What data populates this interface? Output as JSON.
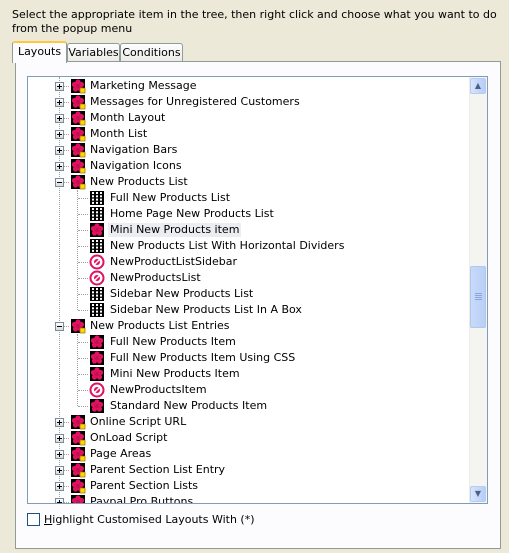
{
  "instructions": "Select the appropriate item in the tree,  then right click and choose what you want to do from the popup menu",
  "tabs": [
    {
      "label": "Layouts",
      "active": true
    },
    {
      "label": "Variables",
      "active": false
    },
    {
      "label": "Conditions",
      "active": false
    }
  ],
  "tree": {
    "items": [
      {
        "label": "Marketing Message",
        "level": 0,
        "expander": "plus",
        "icon": "flower-layout-icon"
      },
      {
        "label": "Messages for Unregistered Customers",
        "level": 0,
        "expander": "plus",
        "icon": "flower-layout-icon"
      },
      {
        "label": "Month Layout",
        "level": 0,
        "expander": "plus",
        "icon": "flower-layout-icon"
      },
      {
        "label": "Month List",
        "level": 0,
        "expander": "plus",
        "icon": "flower-layout-icon"
      },
      {
        "label": "Navigation Bars",
        "level": 0,
        "expander": "plus",
        "icon": "flower-layout-icon"
      },
      {
        "label": "Navigation Icons",
        "level": 0,
        "expander": "plus",
        "icon": "flower-layout-icon"
      },
      {
        "label": "New Products List",
        "level": 0,
        "expander": "minus",
        "icon": "flower-layout-icon"
      },
      {
        "label": "Full New Products List",
        "level": 1,
        "icon": "grid-list-icon"
      },
      {
        "label": "Home Page New Products List",
        "level": 1,
        "icon": "grid-list-icon"
      },
      {
        "label": "Mini New Products item",
        "level": 1,
        "icon": "flower-item-icon",
        "selected": true
      },
      {
        "label": "New Products List With Horizontal Dividers",
        "level": 1,
        "icon": "grid-list-icon"
      },
      {
        "label": "NewProductListSidebar",
        "level": 1,
        "icon": "circle-layout-icon"
      },
      {
        "label": "NewProductsList",
        "level": 1,
        "icon": "circle-layout-icon"
      },
      {
        "label": "Sidebar New Products List",
        "level": 1,
        "icon": "grid-list-icon"
      },
      {
        "label": "Sidebar New Products List In A Box",
        "level": 1,
        "icon": "grid-list-icon"
      },
      {
        "label": "New Products List Entries",
        "level": 0,
        "expander": "minus",
        "icon": "flower-layout-icon"
      },
      {
        "label": "Full New Products Item",
        "level": 1,
        "icon": "flower-item-icon"
      },
      {
        "label": "Full New Products Item Using CSS",
        "level": 1,
        "icon": "flower-item-icon"
      },
      {
        "label": "Mini New Products Item",
        "level": 1,
        "icon": "flower-item-icon"
      },
      {
        "label": "NewProductsItem",
        "level": 1,
        "icon": "circle-layout-icon"
      },
      {
        "label": "Standard New Products Item",
        "level": 1,
        "icon": "flower-item-icon"
      },
      {
        "label": "Online Script URL",
        "level": 0,
        "expander": "plus",
        "icon": "flower-layout-icon"
      },
      {
        "label": "OnLoad Script",
        "level": 0,
        "expander": "plus",
        "icon": "flower-layout-icon"
      },
      {
        "label": "Page Areas",
        "level": 0,
        "expander": "plus",
        "icon": "flower-layout-icon"
      },
      {
        "label": "Parent Section List Entry",
        "level": 0,
        "expander": "plus",
        "icon": "flower-layout-icon"
      },
      {
        "label": "Parent Section Lists",
        "level": 0,
        "expander": "plus",
        "icon": "flower-layout-icon"
      },
      {
        "label": "Paypal Pro Buttons",
        "level": 0,
        "expander": "plus",
        "icon": "flower-layout-icon"
      }
    ]
  },
  "checkbox": {
    "label_underlined": "H",
    "label_rest": "ighlight Customised Layouts With (*)",
    "checked": false
  },
  "colors": {
    "window_bg": "#ece9d8",
    "tab_highlight": "#ffc83c",
    "flower_magenta": "#e0115f",
    "selection_bg": "#ecedf1"
  }
}
